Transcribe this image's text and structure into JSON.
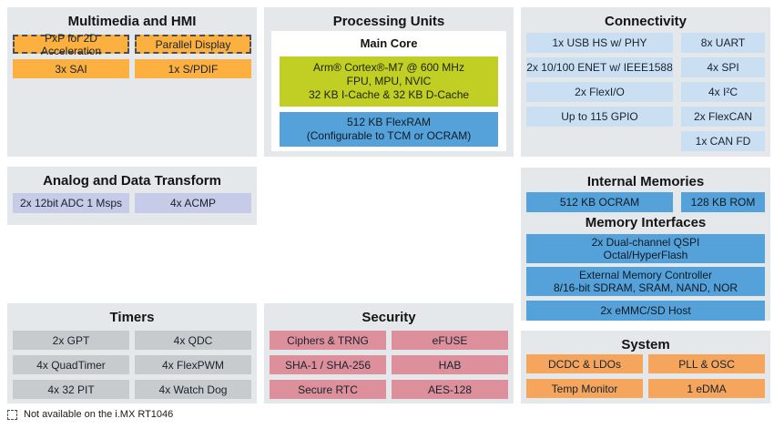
{
  "sections": {
    "multimedia": {
      "title": "Multimedia and HMI",
      "items": [
        {
          "label": "PxP for 2D Acceleration",
          "not_on_rt1046": true
        },
        {
          "label": "Parallel Display",
          "not_on_rt1046": true
        },
        {
          "label": "3x SAI",
          "not_on_rt1046": false
        },
        {
          "label": "1x S/PDIF",
          "not_on_rt1046": false
        }
      ]
    },
    "processing": {
      "title": "Processing Units",
      "main_core_title": "Main Core",
      "cpu": {
        "line1": "Arm® Cortex®-M7 @ 600 MHz",
        "line2": "FPU, MPU, NVIC",
        "line3": "32 KB I-Cache & 32 KB D-Cache"
      },
      "flexram": {
        "line1": "512 KB FlexRAM",
        "line2": "(Configurable to TCM or OCRAM)"
      }
    },
    "connectivity": {
      "title": "Connectivity",
      "left_items": [
        "1x USB HS w/ PHY",
        "2x 10/100 ENET w/ IEEE1588",
        "2x FlexI/O",
        "Up to 115 GPIO"
      ],
      "right_items": [
        "8x UART",
        "4x SPI",
        "4x I²C",
        "2x FlexCAN",
        "1x CAN FD"
      ]
    },
    "analog": {
      "title": "Analog and Data Transform",
      "items": [
        "2x 12bit ADC 1 Msps",
        "4x ACMP"
      ]
    },
    "memories": {
      "internal_title": "Internal Memories",
      "internal_items": [
        "512 KB OCRAM",
        "128 KB ROM"
      ],
      "interfaces_title": "Memory Interfaces",
      "qspi": {
        "line1": "2x Dual-channel QSPI",
        "line2": "Octal/HyperFlash"
      },
      "emc": {
        "line1": "External Memory Controller",
        "line2": "8/16-bit SDRAM, SRAM, NAND, NOR"
      },
      "emmc": "2x eMMC/SD Host"
    },
    "timers": {
      "title": "Timers",
      "items": [
        "2x GPT",
        "4x QDC",
        "4x QuadTimer",
        "4x FlexPWM",
        "4x 32 PIT",
        "4x Watch Dog"
      ]
    },
    "security": {
      "title": "Security",
      "items": [
        "Ciphers & TRNG",
        "eFUSE",
        "SHA-1 / SHA-256",
        "HAB",
        "Secure RTC",
        "AES-128"
      ]
    },
    "system": {
      "title": "System",
      "items": [
        "DCDC & LDOs",
        "PLL & OSC",
        "Temp Monitor",
        "1 eDMA"
      ]
    }
  },
  "legend": {
    "label": "Not available on the i.MX RT1046"
  },
  "colors": {
    "section_bg": "#E4E8EA",
    "multimedia_amber": "#FBB040",
    "connectivity_light_blue": "#CBDFF2",
    "memory_blue": "#55A1D9",
    "core_green": "#C1CE24",
    "analog_lavender": "#C6CBE8",
    "timers_gray": "#C7CBCE",
    "security_pink": "#DD909C",
    "system_orange": "#F6A55C"
  }
}
